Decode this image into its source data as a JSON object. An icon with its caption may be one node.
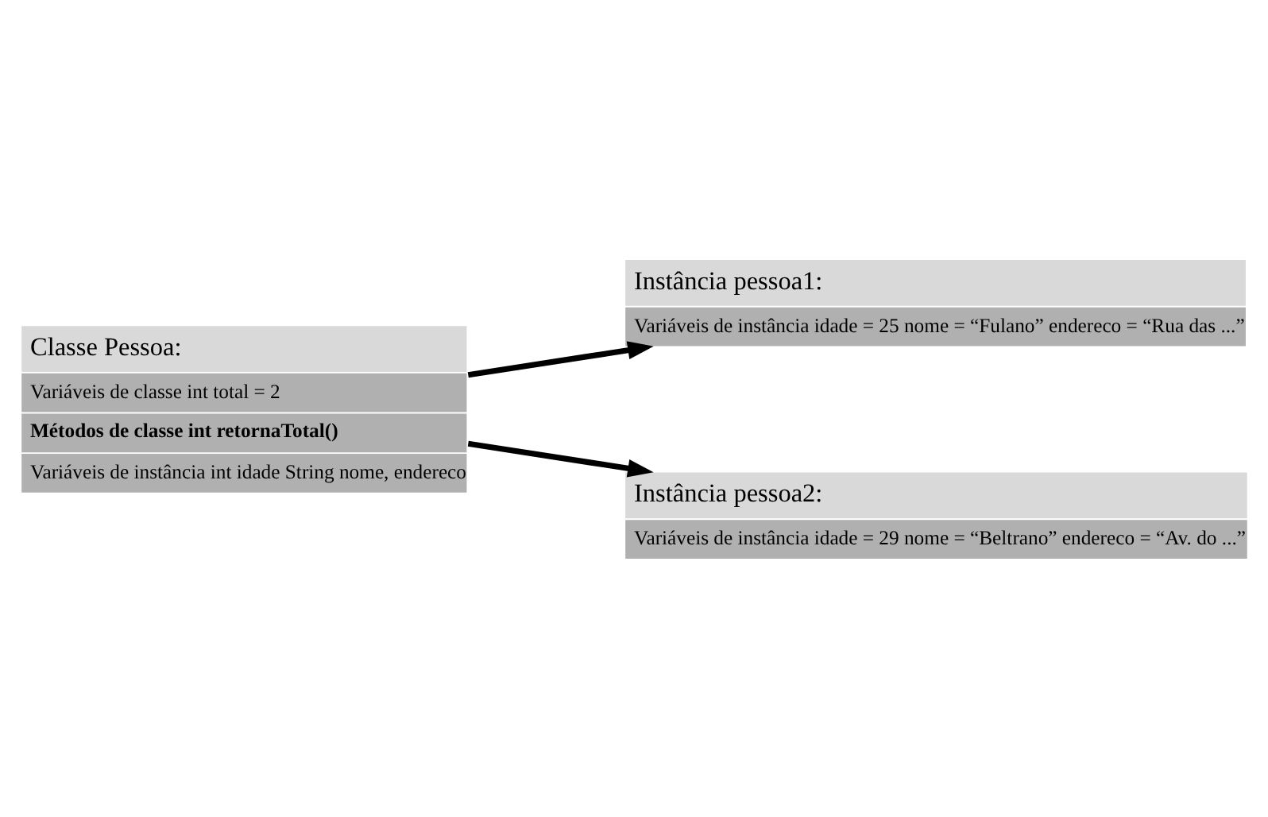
{
  "diagram": {
    "nodes": [
      {
        "text": [
          "Classe Pessoa:",
          "Variáveis de classe int total = 2",
          "Métodos de classe int retornaTotal()",
          "Variáveis de instância int idade String nome, endereco"
        ]
      },
      {
        "text": [
          "Instância pessoa1:",
          "Variáveis de instância idade = 25 nome = “Fulano” endereco = “Rua das ...”"
        ]
      },
      {
        "text": [
          "Instância pessoa2:",
          "Variáveis de instância idade = 29 nome = “Beltrano” endereco = “Av. do ...”"
        ]
      }
    ],
    "edges": [
      {
        "from": 0,
        "to": 1,
        "arrow": "to"
      },
      {
        "from": 0,
        "to": 2,
        "arrow": "to"
      }
    ]
  }
}
